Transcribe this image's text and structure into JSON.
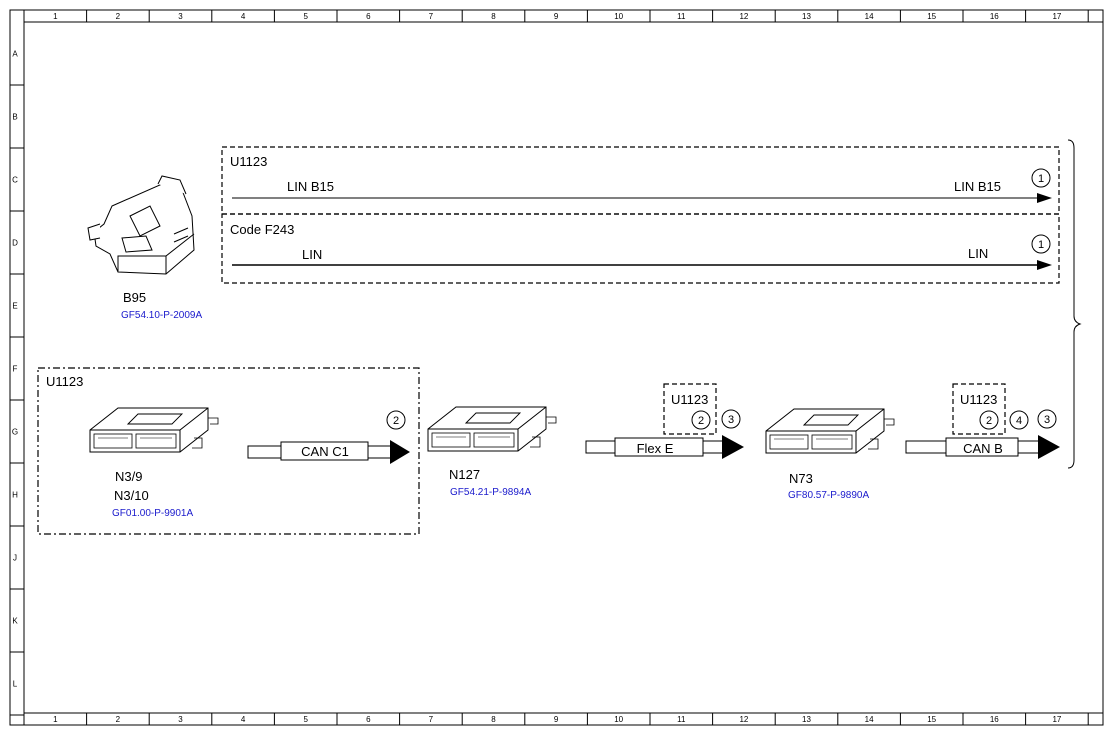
{
  "grid": {
    "columns": [
      "1",
      "2",
      "3",
      "4",
      "5",
      "6",
      "7",
      "8",
      "9",
      "10",
      "11",
      "12",
      "13",
      "14",
      "15",
      "16",
      "17"
    ],
    "rows": [
      "A",
      "B",
      "C",
      "D",
      "E",
      "F",
      "G",
      "H",
      "J",
      "K",
      "L"
    ]
  },
  "colors": {
    "line": "#000000",
    "ref_link": "#1a1acc"
  },
  "top_group": {
    "box1": {
      "code": "U1123",
      "left_label": "LIN B15",
      "right_label": "LIN B15",
      "circle": "1"
    },
    "box2": {
      "code": "Code F243",
      "left_label": "LIN",
      "right_label": "LIN",
      "circle": "1"
    }
  },
  "components": {
    "b95": {
      "name": "B95",
      "ref": "GF54.10-P-2009A",
      "icon": "sensor-icon"
    },
    "n3": {
      "box_code": "U1123",
      "name1": "N3/9",
      "name2": "N3/10",
      "ref": "GF01.00-P-9901A",
      "icon": "control-unit-icon"
    },
    "n127": {
      "name": "N127",
      "ref": "GF54.21-P-9894A",
      "icon": "control-unit-icon"
    },
    "n73": {
      "name": "N73",
      "ref": "GF80.57-P-9890A",
      "icon": "control-unit-icon"
    }
  },
  "buses": {
    "can_c1": {
      "label": "CAN C1",
      "circles": [
        "2"
      ]
    },
    "flex_e": {
      "label": "Flex E",
      "box_code": "U1123",
      "circles": [
        "2",
        "3"
      ]
    },
    "can_b": {
      "label": "CAN B",
      "box_code": "U1123",
      "circles": [
        "2",
        "4",
        "3"
      ]
    }
  }
}
